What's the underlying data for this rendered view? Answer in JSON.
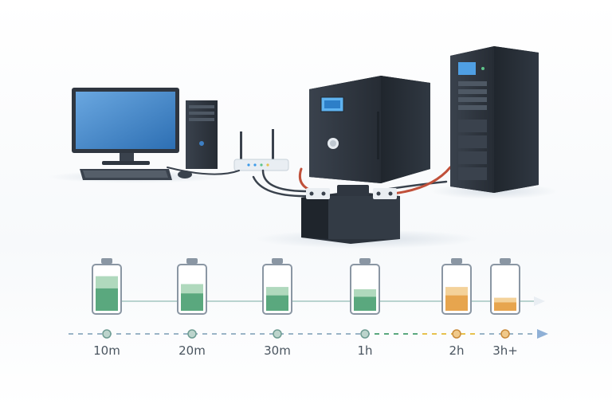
{
  "timeline": {
    "ticks": [
      {
        "label": "10m",
        "level": 0.8,
        "tone": "green"
      },
      {
        "label": "20m",
        "level": 0.62,
        "tone": "green"
      },
      {
        "label": "30m",
        "level": 0.55,
        "tone": "green"
      },
      {
        "label": "1h",
        "level": 0.5,
        "tone": "green"
      },
      {
        "label": "2h",
        "level": 0.55,
        "tone": "orange"
      },
      {
        "label": "3h+",
        "level": 0.3,
        "tone": "orange"
      }
    ]
  },
  "colors": {
    "green": "#5aa87e",
    "green_light": "#bfe2c8",
    "orange": "#e7a54e",
    "orange_light": "#f6d9a8",
    "line": "#8fb9b0",
    "device_dark": "#2f3640",
    "screen_blue": "#3d7fc4"
  },
  "icons": {
    "monitor": "monitor-icon",
    "tower": "desktop-tower-icon",
    "router": "wifi-router-icon",
    "ups": "ups-icon",
    "server": "server-rack-icon",
    "battery": "battery-icon"
  }
}
